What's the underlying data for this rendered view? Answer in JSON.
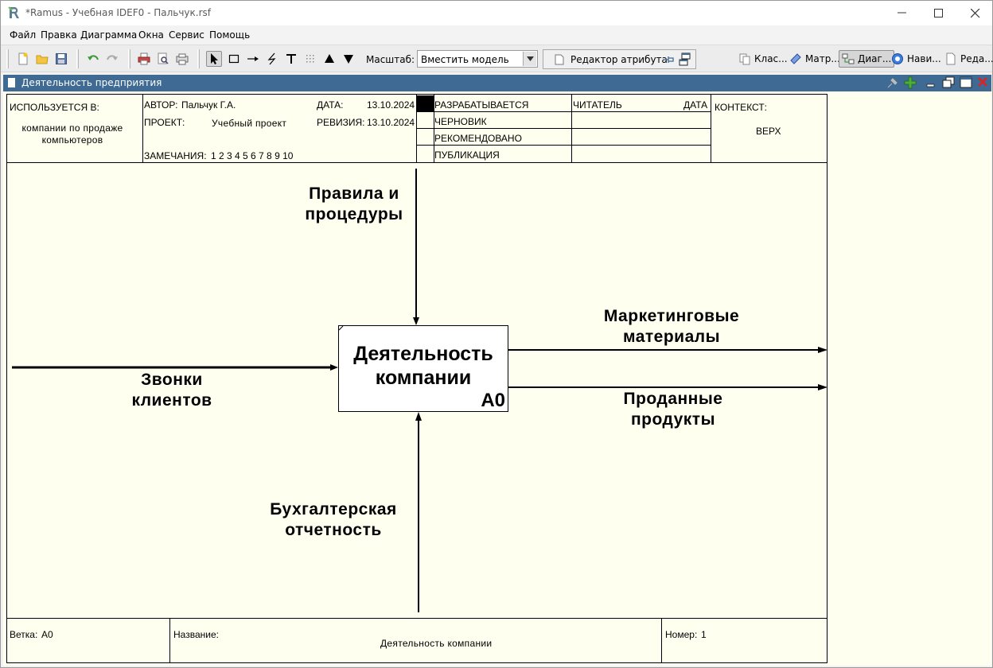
{
  "window": {
    "title": "*Ramus - Учебная IDEF0 - Пальчук.rsf"
  },
  "menu": [
    "Файл",
    "Правка",
    "Диаграмма",
    "Окна",
    "Сервис",
    "Помощь"
  ],
  "toolbar": {
    "scale_label": "Масштаб:",
    "scale_value": "Вместить модель",
    "attr_editor": "Редактор атрибута",
    "tabs": [
      "Клас...",
      "Матр...",
      "Диаг...",
      "Нави...",
      "Реда..."
    ]
  },
  "diagram_window": {
    "title": "Деятельность предприятия"
  },
  "header": {
    "used_in_label": "ИСПОЛЬЗУЕТСЯ В:",
    "used_in_value": "компании по продаже компьютеров",
    "author_label": "АВТОР:",
    "author_value": "Пальчук Г.А.",
    "project_label": "ПРОЕКТ:",
    "project_value": "Учебный проект",
    "date_label": "ДАТА:",
    "date_value": "13.10.2024",
    "revision_label": "РЕВИЗИЯ:",
    "revision_value": "13.10.2024",
    "notes_label": "ЗАМЕЧАНИЯ:",
    "notes_value": "1 2 3 4 5 6 7 8 9 10",
    "status": [
      "РАЗРАБАТЫВАЕТСЯ",
      "ЧЕРНОВИК",
      "РЕКОМЕНДОВАНО",
      "ПУБЛИКАЦИЯ"
    ],
    "reader_label": "ЧИТАТЕЛЬ",
    "reader_date_label": "ДАТА",
    "context_label": "КОНТЕКСТ:",
    "context_value": "ВЕРХ"
  },
  "diagram": {
    "box_title_line1": "Деятельность",
    "box_title_line2": "компании",
    "box_number": "A0",
    "control_line1": "Правила и",
    "control_line2": "процедуры",
    "input_line1": "Звонки",
    "input_line2": "клиентов",
    "output1_line1": "Маркетинговые",
    "output1_line2": "материалы",
    "output2_line1": "Проданные",
    "output2_line2": "продукты",
    "mechanism_line1": "Бухгалтерская",
    "mechanism_line2": "отчетность"
  },
  "footer": {
    "node_label": "Ветка:",
    "node_value": "A0",
    "title_label": "Название:",
    "title_value": "Деятельность компании",
    "number_label": "Номер:",
    "number_value": "1"
  }
}
